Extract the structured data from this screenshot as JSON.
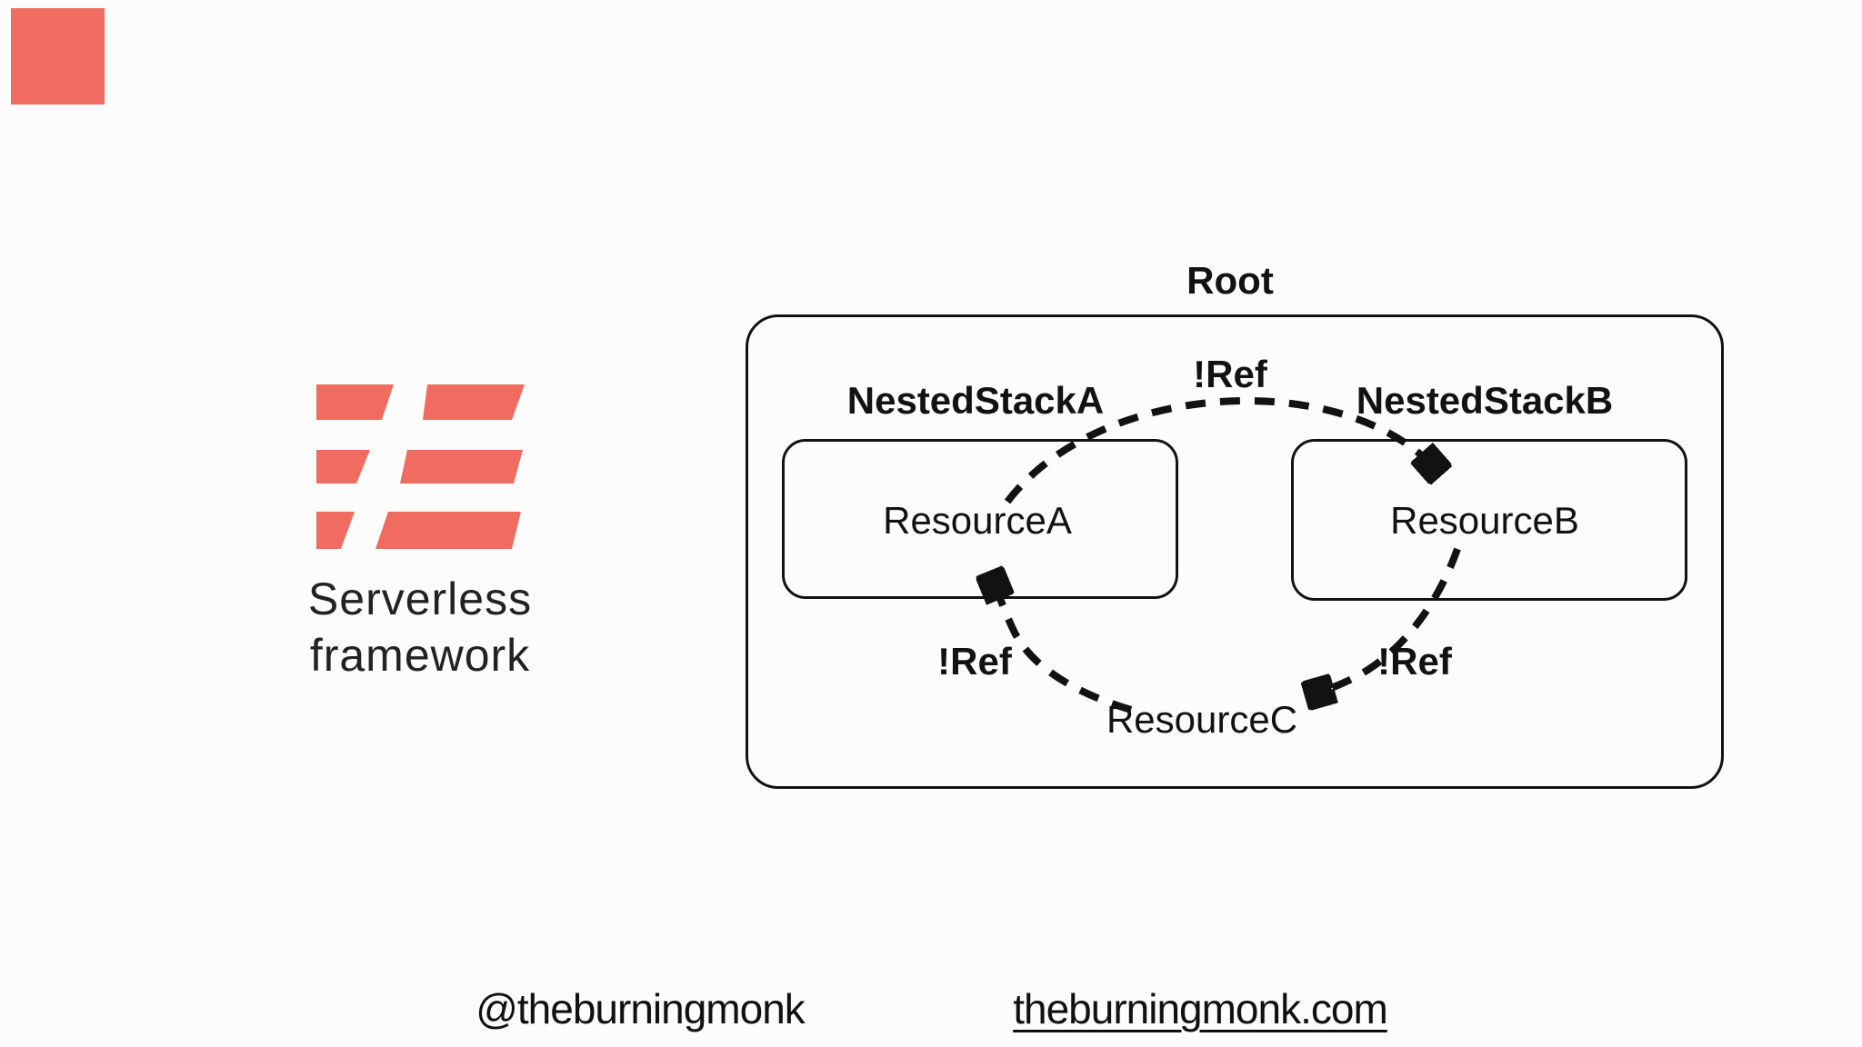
{
  "slide": {
    "background": "#fcfcfc"
  },
  "brand": {
    "corner_fragment_color": "#F16C60",
    "logo_color": "#F16C60",
    "text_color": "#222222",
    "name_line1": "Serverless",
    "name_line2": "framework"
  },
  "diagram": {
    "line_color": "#121212",
    "root_label": "Root",
    "ref_top": "!Ref",
    "ref_left": "!Ref",
    "ref_right": "!Ref",
    "stack_a": {
      "label": "NestedStackA",
      "resource": "ResourceA"
    },
    "stack_b": {
      "label": "NestedStackB",
      "resource": "ResourceB"
    },
    "resource_c": "ResourceC",
    "relations": [
      {
        "from": "ResourceA",
        "to": "ResourceB",
        "label": "!Ref"
      },
      {
        "from": "ResourceB",
        "to": "ResourceC",
        "label": "!Ref"
      },
      {
        "from": "ResourceC",
        "to": "ResourceA",
        "label": "!Ref"
      }
    ]
  },
  "footer": {
    "handle": "@theburningmonk",
    "website": "theburningmonk.com"
  }
}
